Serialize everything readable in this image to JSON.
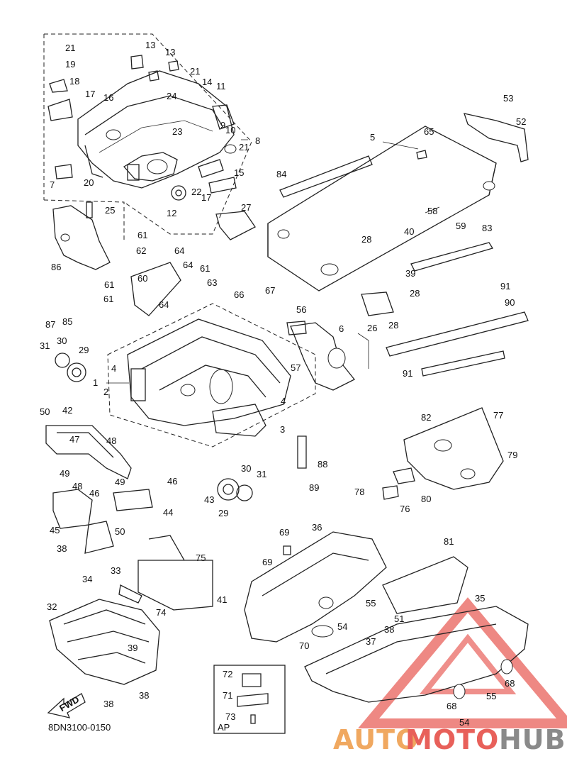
{
  "diagram_code": "8DN3100-0150",
  "fwd_label": "FWD",
  "ap_label": "AP",
  "watermark": {
    "text_auto": "AUTO",
    "text_moto": "MOTO",
    "text_hub": "HUB",
    "color_red": "#e8605a",
    "color_orange": "#f0a860",
    "color_gray": "#8a8a8a"
  },
  "callouts": [
    "21",
    "19",
    "18",
    "17",
    "16",
    "13",
    "13",
    "21",
    "14",
    "11",
    "24",
    "9",
    "23",
    "10",
    "8",
    "21",
    "20",
    "22",
    "15",
    "12",
    "17",
    "27",
    "25",
    "7",
    "53",
    "52",
    "65",
    "5",
    "84",
    "58",
    "40",
    "28",
    "59",
    "83",
    "39",
    "91",
    "28",
    "26",
    "28",
    "90",
    "91",
    "61",
    "62",
    "64",
    "64",
    "61",
    "63",
    "60",
    "61",
    "64",
    "61",
    "66",
    "67",
    "86",
    "85",
    "87",
    "31",
    "30",
    "29",
    "56",
    "6",
    "57",
    "4",
    "1",
    "2",
    "4",
    "3",
    "50",
    "42",
    "47",
    "48",
    "49",
    "49",
    "48",
    "46",
    "46",
    "44",
    "45",
    "50",
    "88",
    "89",
    "43",
    "29",
    "30",
    "31",
    "82",
    "77",
    "79",
    "78",
    "76",
    "80",
    "38",
    "33",
    "75",
    "34",
    "74",
    "32",
    "39",
    "38",
    "38",
    "69",
    "36",
    "69",
    "41",
    "81",
    "55",
    "54",
    "70",
    "51",
    "38",
    "37",
    "35",
    "68",
    "68",
    "55",
    "54",
    "72",
    "71",
    "73"
  ]
}
